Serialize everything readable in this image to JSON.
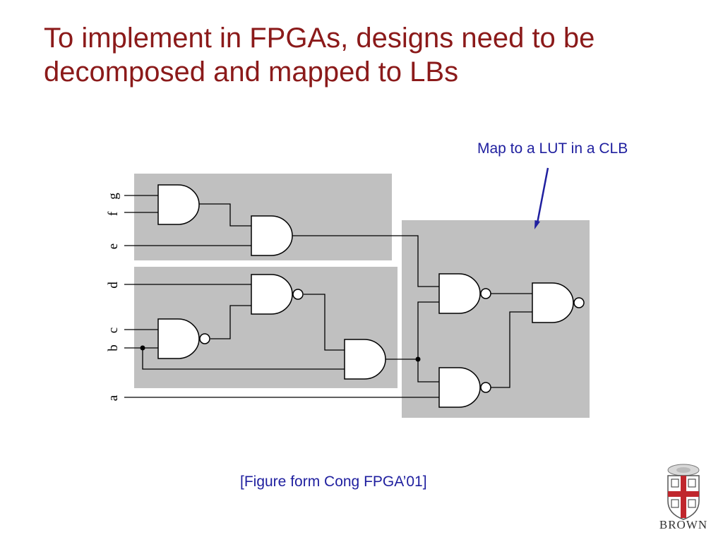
{
  "slide": {
    "title": "To implement in FPGAs, designs need to be decomposed and mapped to LBs",
    "callout": "Map to a LUT in a CLB",
    "caption": "[Figure form Cong FPGA’01]",
    "logo_text": "BROWN"
  },
  "diagram": {
    "inputs": [
      "g",
      "f",
      "e",
      "d",
      "c",
      "b",
      "a"
    ],
    "colors": {
      "block": "#c0c0c0",
      "wire": "#000000",
      "gate_fill": "#ffffff",
      "arrow": "#1f1f9f",
      "title": "#8b1a1a"
    }
  }
}
